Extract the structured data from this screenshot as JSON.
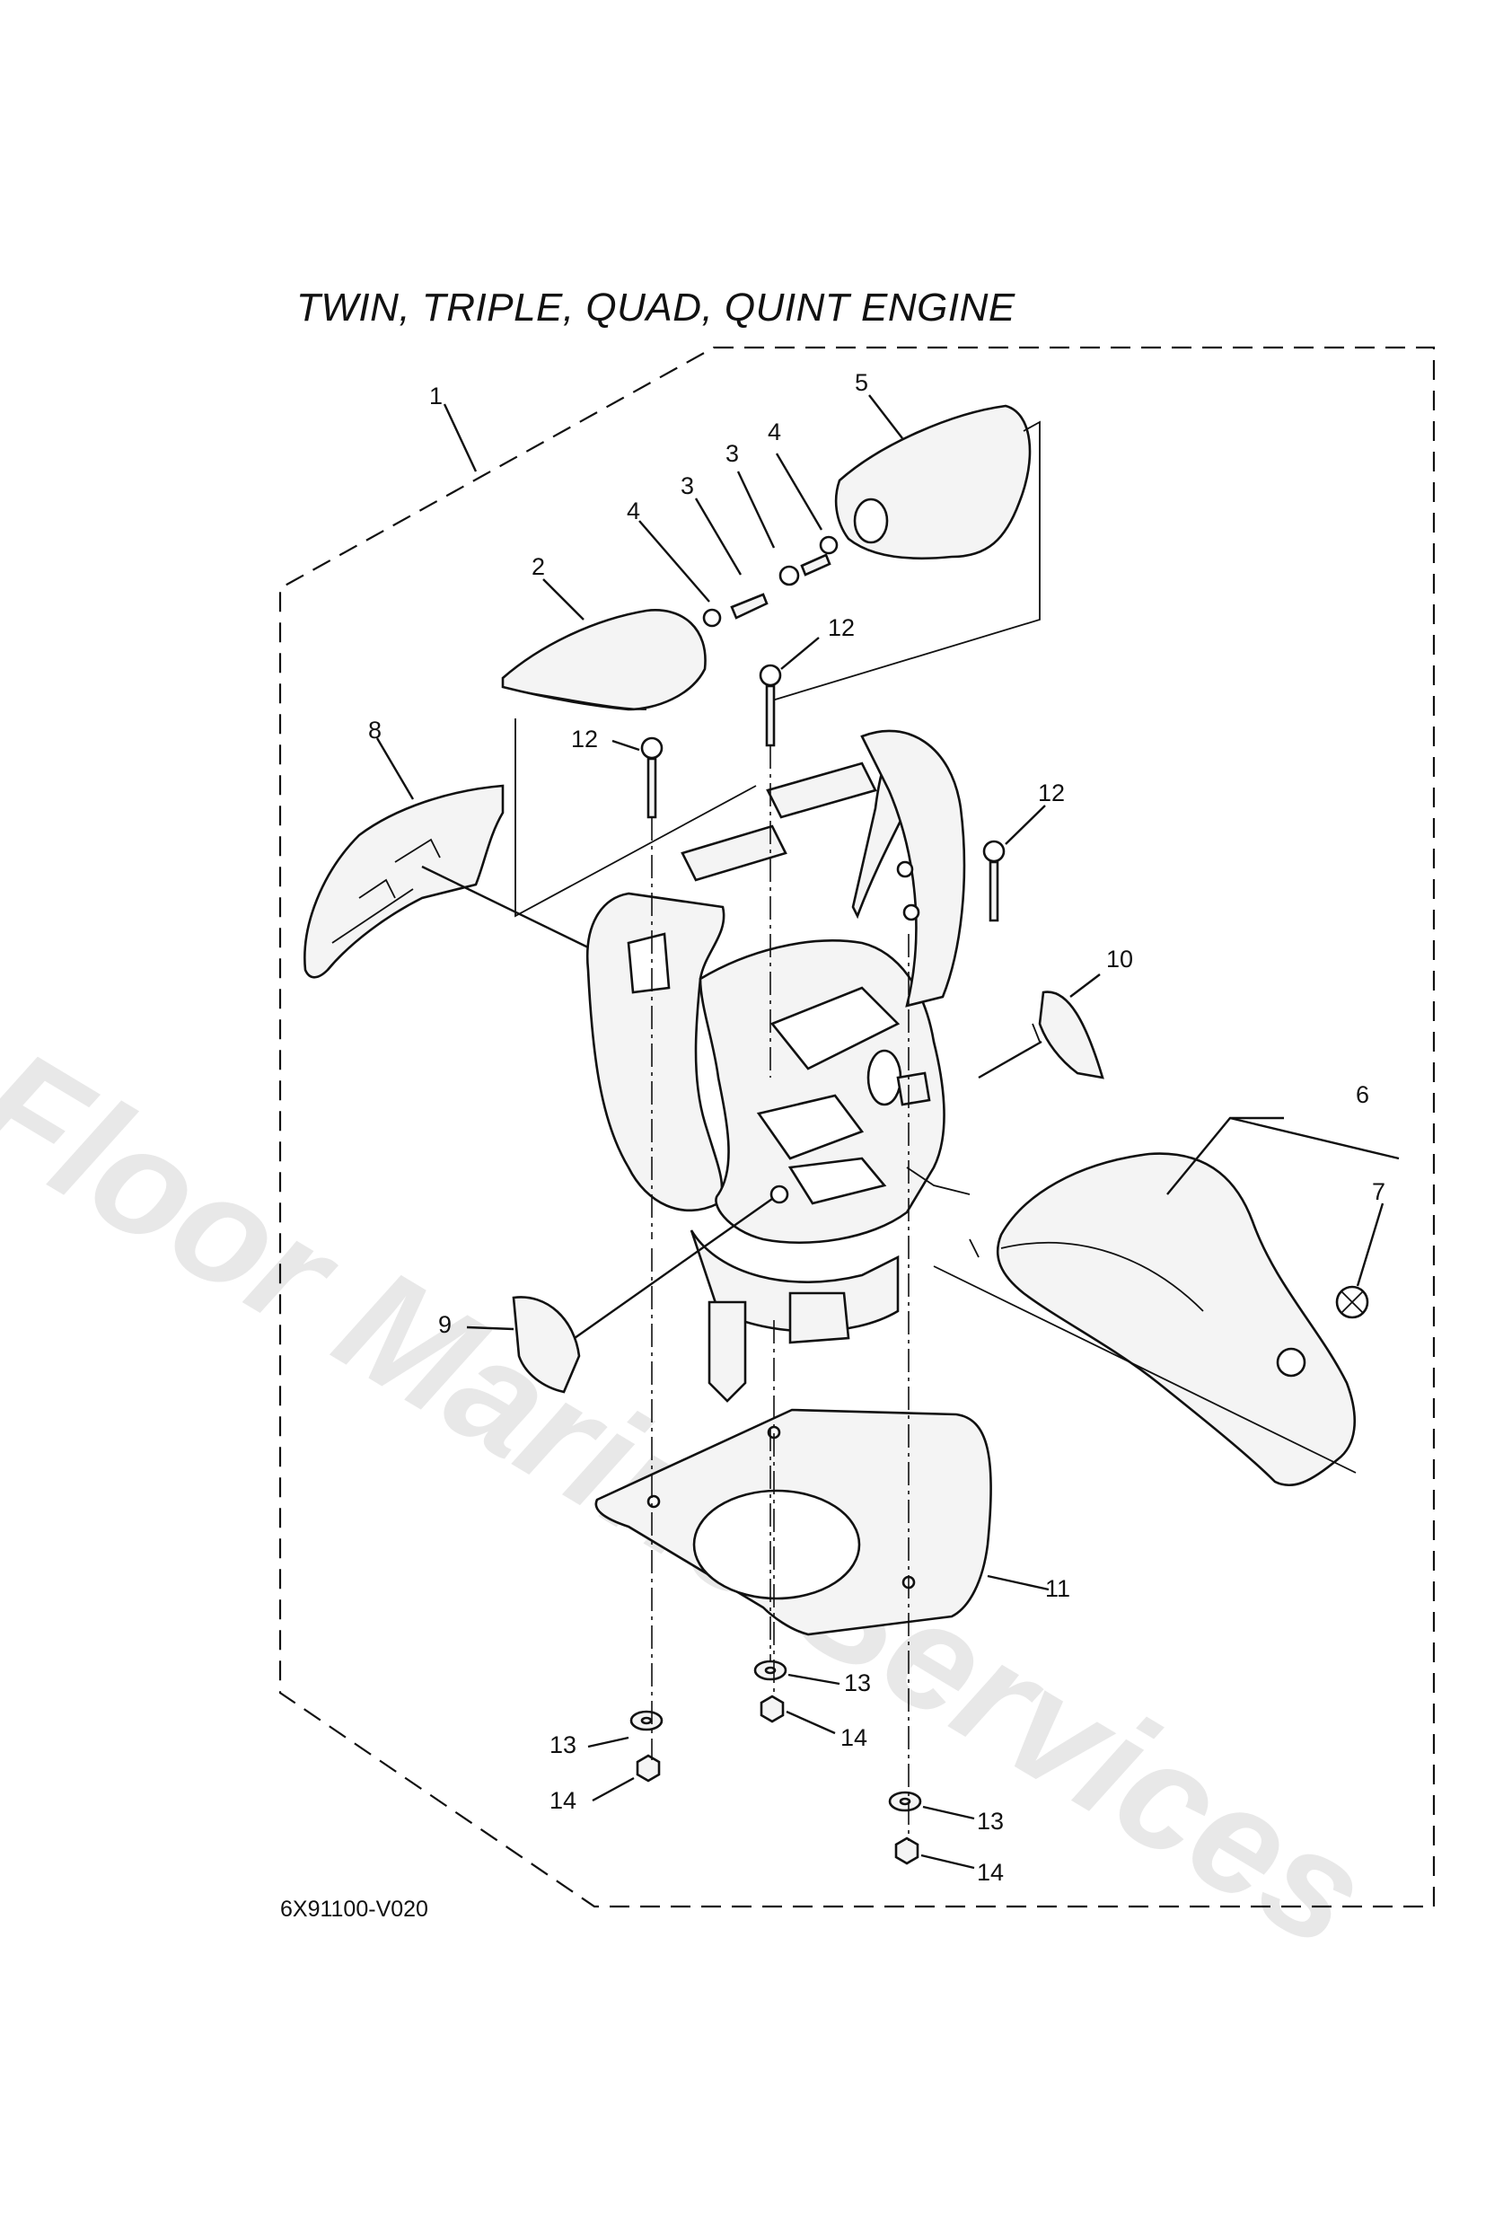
{
  "diagram": {
    "title": "TWIN, TRIPLE, QUAD, QUINT ENGINE",
    "diagram_code": "6X91100-V020",
    "watermark": "Floor Marine Services",
    "callouts": [
      {
        "id": "c1",
        "label": "1"
      },
      {
        "id": "c2",
        "label": "2"
      },
      {
        "id": "c3a",
        "label": "3"
      },
      {
        "id": "c3b",
        "label": "3"
      },
      {
        "id": "c4a",
        "label": "4"
      },
      {
        "id": "c4b",
        "label": "4"
      },
      {
        "id": "c5",
        "label": "5"
      },
      {
        "id": "c6",
        "label": "6"
      },
      {
        "id": "c7",
        "label": "7"
      },
      {
        "id": "c8",
        "label": "8"
      },
      {
        "id": "c9",
        "label": "9"
      },
      {
        "id": "c10",
        "label": "10"
      },
      {
        "id": "c11",
        "label": "11"
      },
      {
        "id": "c12a",
        "label": "12"
      },
      {
        "id": "c12b",
        "label": "12"
      },
      {
        "id": "c12c",
        "label": "12"
      },
      {
        "id": "c13a",
        "label": "13"
      },
      {
        "id": "c13b",
        "label": "13"
      },
      {
        "id": "c13c",
        "label": "13"
      },
      {
        "id": "c14a",
        "label": "14"
      },
      {
        "id": "c14b",
        "label": "14"
      },
      {
        "id": "c14c",
        "label": "14"
      }
    ]
  }
}
